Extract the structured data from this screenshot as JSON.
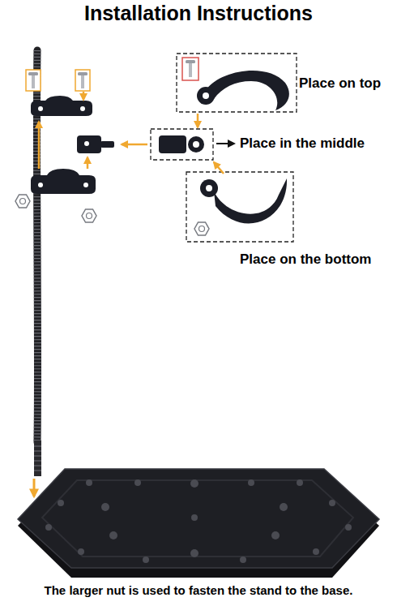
{
  "diagram": {
    "title": "Installation Instructions",
    "caption": "The larger nut is used to fasten the stand to the base.",
    "labels": [
      "Place on top",
      "Place in the middle",
      "Place on the bottom"
    ]
  }
}
